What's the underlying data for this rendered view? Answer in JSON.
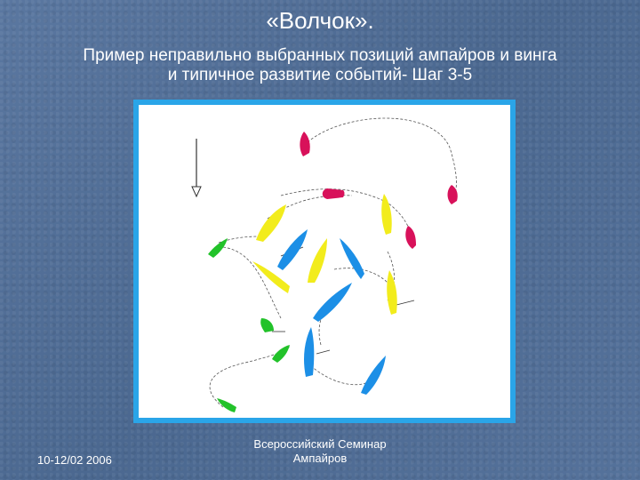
{
  "slide": {
    "title": "«Волчок».",
    "subtitle_line1": "Пример неправильно выбранных позиций ампайров и винга",
    "subtitle_line2": "и типичное развитие событий- Шаг 3-5"
  },
  "footer": {
    "date": "10-12/02 2006",
    "seminar_line1": "Всероссийский Семинар",
    "seminar_line2": "Ампайров"
  },
  "colors": {
    "background": "#4f6c96",
    "frame": "#2aa5e8",
    "yellow_boat": "#f2ec1c",
    "blue_boat": "#1c8fe6",
    "magenta_boat": "#d8115a",
    "green_boat": "#22c22a"
  }
}
